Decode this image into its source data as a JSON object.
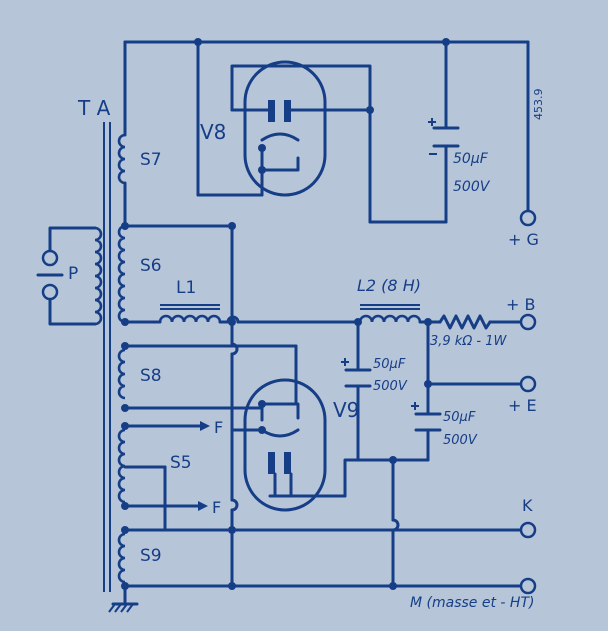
{
  "colors": {
    "background": "#b7c5d9",
    "ink": "#163e86"
  },
  "labels": {
    "ta": "T A",
    "v8": "V8",
    "v9": "V9",
    "s7": "S7",
    "s6": "S6",
    "s8": "S8",
    "s5": "S5",
    "s9": "S9",
    "p": "P",
    "l1": "L1",
    "l2": "L2 (8 H)",
    "c1_value": "50µF",
    "c1_voltage": "500V",
    "c2_value": "50µF",
    "c2_voltage": "500V",
    "c3_value": "50µF",
    "c3_voltage": "500V",
    "resistor": "3,9 kΩ - 1W",
    "ref": "453.9",
    "f1": "F",
    "f2": "F"
  },
  "terminals": {
    "g": "+ G",
    "b": "+ B",
    "e": "+ E",
    "k": "K",
    "m": "M (masse et - HT)"
  }
}
